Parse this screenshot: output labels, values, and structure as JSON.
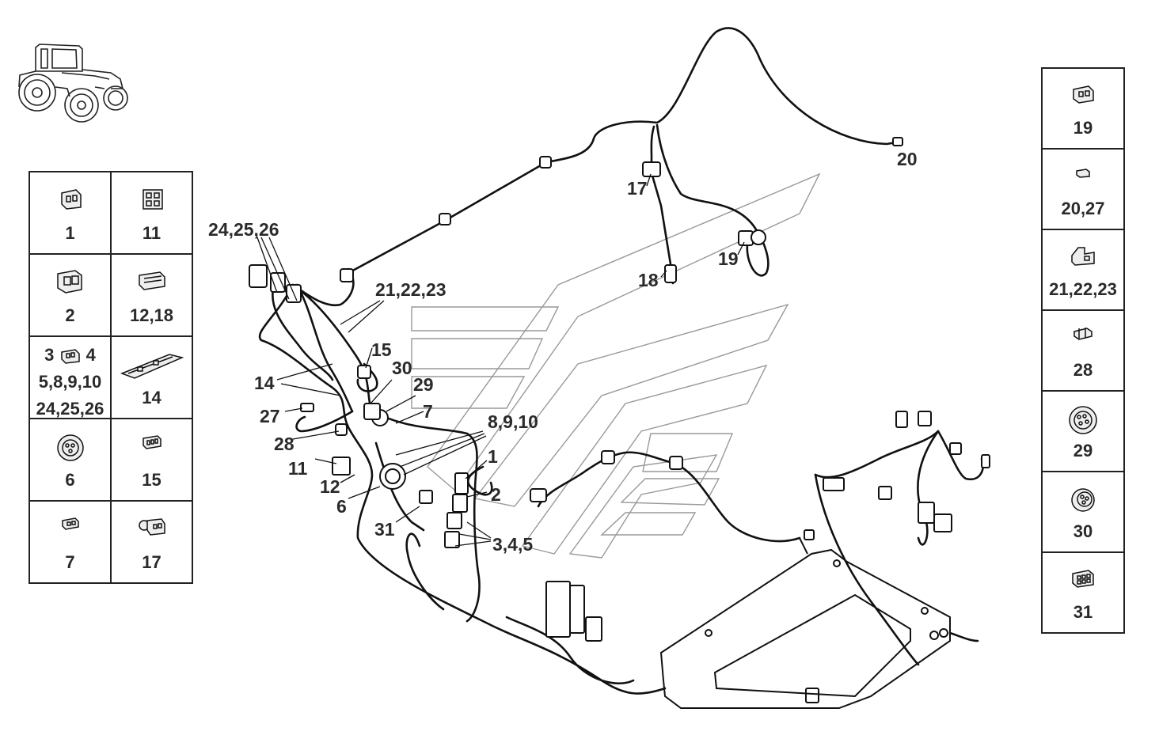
{
  "callouts": [
    {
      "id": "c1",
      "text": "1"
    },
    {
      "id": "c2",
      "text": "2"
    },
    {
      "id": "c345",
      "text": "3,4,5"
    },
    {
      "id": "c6",
      "text": "6"
    },
    {
      "id": "c7",
      "text": "7"
    },
    {
      "id": "c8910",
      "text": "8,9,10"
    },
    {
      "id": "c11",
      "text": "11"
    },
    {
      "id": "c12",
      "text": "12"
    },
    {
      "id": "c14",
      "text": "14"
    },
    {
      "id": "c15",
      "text": "15"
    },
    {
      "id": "c17",
      "text": "17"
    },
    {
      "id": "c18",
      "text": "18"
    },
    {
      "id": "c19",
      "text": "19"
    },
    {
      "id": "c20",
      "text": "20"
    },
    {
      "id": "c212223",
      "text": "21,22,23"
    },
    {
      "id": "c242526",
      "text": "24,25,26"
    },
    {
      "id": "c27",
      "text": "27"
    },
    {
      "id": "c28",
      "text": "28"
    },
    {
      "id": "c29",
      "text": "29"
    },
    {
      "id": "c30",
      "text": "30"
    },
    {
      "id": "c31",
      "text": "31"
    }
  ],
  "legend_left": {
    "cells": [
      {
        "label": "1",
        "icon": "connector-2pin-icon"
      },
      {
        "label": "11",
        "icon": "connector-square-icon"
      },
      {
        "label": "2",
        "icon": "connector-latch-icon"
      },
      {
        "label": "12,18",
        "icon": "connector-block-icon"
      },
      {
        "label_top_left": "3",
        "label_top_right": "4",
        "label_mid": "5,8,9,10",
        "label_bottom": "24,25,26",
        "icon": "connector-small-icon"
      },
      {
        "label": "14",
        "icon": "connector-strip-icon"
      },
      {
        "label": "6",
        "icon": "round-connector-icon"
      },
      {
        "label": "15",
        "icon": "connector-3pin-icon"
      },
      {
        "label": "7",
        "icon": "connector-mini-icon"
      },
      {
        "label": "17",
        "icon": "connector-angled-icon"
      }
    ]
  },
  "legend_right": {
    "cells": [
      {
        "label": "19",
        "icon": "connector-2pin-icon"
      },
      {
        "label": "20,27",
        "icon": "connector-tiny-icon"
      },
      {
        "label": "21,22,23",
        "icon": "connector-hood-icon"
      },
      {
        "label": "28",
        "icon": "connector-flat-icon"
      },
      {
        "label": "29",
        "icon": "round-connector-large-icon"
      },
      {
        "label": "30",
        "icon": "round-connector-icon"
      },
      {
        "label": "31",
        "icon": "connector-6pin-icon"
      }
    ]
  }
}
